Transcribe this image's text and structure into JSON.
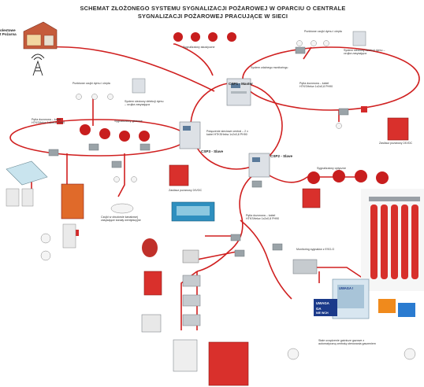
{
  "title": {
    "line1": "SCHEMAT ZŁOŻONEGO SYSTEMU SYGNALIZACJI POŻAROWEJ W OPARCIU O CENTRALE",
    "line2": "SYGNALIZACJI POŻAROWEJ PRACUJĄCE W SIECI"
  },
  "left_label": {
    "line1": "olestowe",
    "line2": "t Pożarna"
  },
  "labels": {
    "csp1": "CSP1 - Master",
    "csp2": "CSP2 - Slave",
    "csp3": "CSP3 - Slave",
    "sirens_top": "Sygnalizatory akustyczne",
    "remote_monitoring": "System zdalnego monitoringu",
    "smoke_detectors_l": "Punktowe czujki dymu i ciepła",
    "wireless_l": "System sieciowy detekcji dymu – czujka zasysająca",
    "smoke_detectors_r": "Punktowe czujki dymu i ciepła",
    "wireless_r": "System sieciowy detekcji dymu – czujka zasysająca",
    "loop_r": "Pętla dozorowa – kabel HTKSHekw 1x2x0,8 PH90",
    "network": "Połączenie sieciowe central – 2 x kabel HTKSHekw 1x2x0,8 PH90",
    "loop_l": "Pętla dozorowa – kabel HTKSHekw 1x2x0,8 PH90",
    "sirens_mid": "Sygnalizatory głosowe",
    "fire_panel_r": "Zasilacz pożarowy 24VDC",
    "fire_panel_m": "Zasilacz pożarowy 24VDC",
    "sirens_right": "Sygnalizatory optyczne",
    "duct_detectors": "Czujki w obudowie kanałowej zasysające kanały wentylacyjne",
    "loop_bottom": "Pętla dozorowa – kabel HTKSHekw 1x2x0,8 PH90",
    "monitoring": "Monitoring sygnałów z ESG-G",
    "gas_system": "Stałe urządzenie gaśnicze gazowe z automatyczną centralą sterowania gaszeniem",
    "panel_uwaga1": "UWAGA",
    "panel_uwaga2": "UWAGA !",
    "panel_ga": "GA",
    "panel_wc": "NIE WCH"
  }
}
